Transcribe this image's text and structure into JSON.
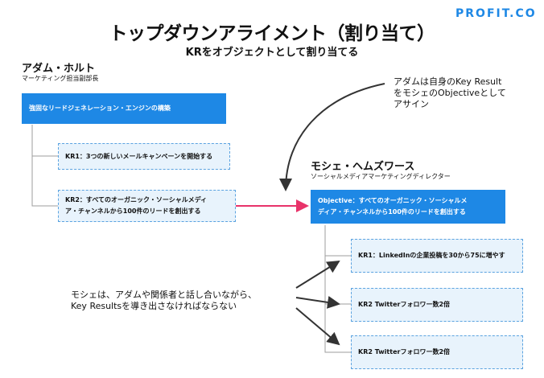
{
  "title": "トップダウンアライメント（割り当て）",
  "subtitle": "KRをオブジェクトとして割り当てる",
  "logo": "PROFIT.CO",
  "manager": {
    "name": "アダム・ホルト",
    "role": "マーケティング担当副部長",
    "objective": "強固なリードジェネレーション・エンジンの構築",
    "kr1": "KR1：3つの新しいメールキャンペーンを開始する",
    "kr2_line1": "KR2：すべてのオーガニック・ソーシャルメディ",
    "kr2_line2": "ア・チャンネルから100件のリードを創出する"
  },
  "report": {
    "name": "モシェ・ヘムズワース",
    "role": "ソーシャルメディアマーケティングディレクター",
    "objective_line1": "Objective：すべてのオーガニック・ソーシャルメ",
    "objective_line2": "ディア・チャンネルから100件のリードを創出する",
    "kr1": "KR1：LinkedInの企業投稿を30から75に増やす",
    "kr2": "KR2 Twitterフォロワー数2倍",
    "kr3": "KR2 Twitterフォロワー数2倍"
  },
  "notes": {
    "assign_line1": "アダムは自身のKey Result",
    "assign_line2": "をモシェのObjectiveとして",
    "assign_line3": "アサイン",
    "discuss_line1": "モシェは、アダムや関係者と話し合いながら、",
    "discuss_line2": "Key Resultsを導き出さなければならない"
  },
  "colors": {
    "brand_blue": "#1e88e5",
    "light_box": "#e8f3fc",
    "pink_arrow": "#e8336a",
    "connector": "#9e9e9e",
    "dark_arrow": "#333333"
  }
}
